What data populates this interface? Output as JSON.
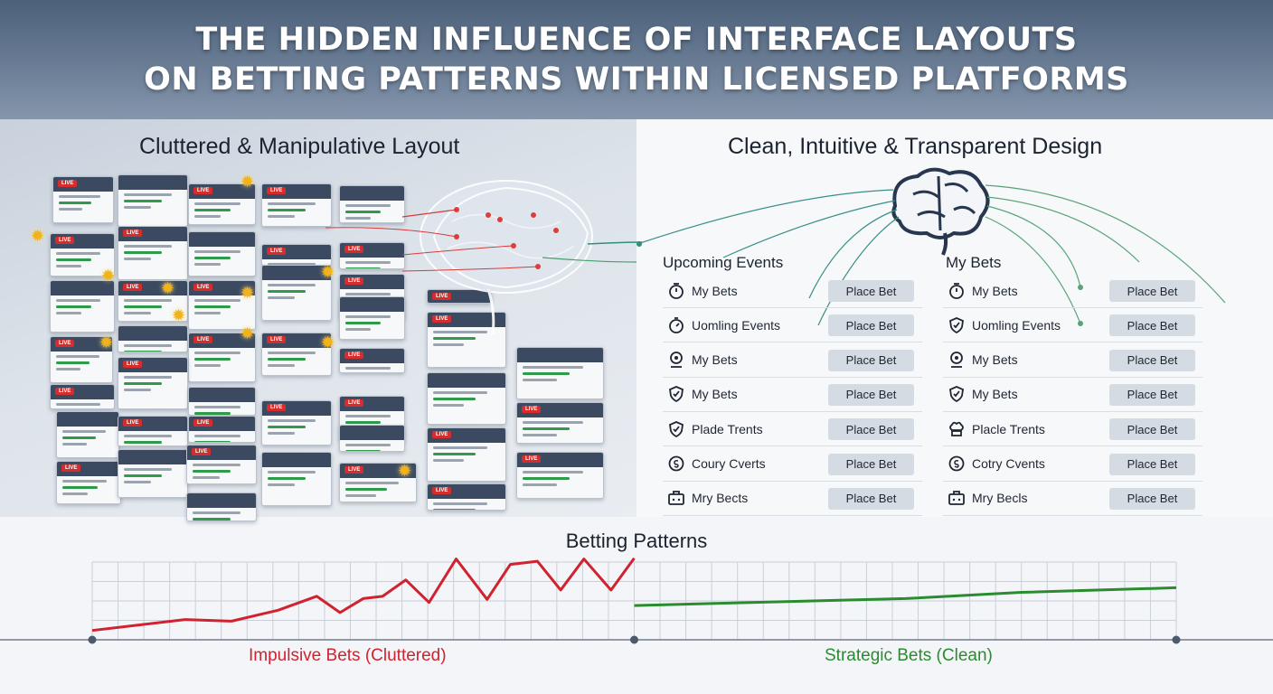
{
  "header": {
    "line1": "THE HIDDEN INFLUENCE OF INTERFACE LAYOUTS",
    "line2": "ON BETTING PATTERNS WITHIN LICENSED PLATFORMS"
  },
  "left_panel": {
    "title": "Cluttered & Manipulative Layout",
    "live_badge": "LIVE"
  },
  "right_panel": {
    "title": "Clean, Intuitive & Transparent Design",
    "columns": [
      {
        "heading": "Upcoming Events",
        "rows": [
          {
            "icon": "timer-icon",
            "label": "My Bets",
            "button": "Place Bet"
          },
          {
            "icon": "stopwatch-icon",
            "label": "Uomling Events",
            "button": "Place Bet"
          },
          {
            "icon": "user-pin-icon",
            "label": "My Bets",
            "button": "Place Bet"
          },
          {
            "icon": "shield-check-icon",
            "label": "My Bets",
            "button": "Place Bet"
          },
          {
            "icon": "shield-check-icon",
            "label": "Plade Trents",
            "button": "Place Bet"
          },
          {
            "icon": "coin-icon",
            "label": "Coury Cverts",
            "button": "Place Bet"
          },
          {
            "icon": "briefcase-icon",
            "label": "Mry Bects",
            "button": "Place Bet"
          }
        ]
      },
      {
        "heading": "My Bets",
        "rows": [
          {
            "icon": "timer-icon",
            "label": "My Bets",
            "button": "Place Bet"
          },
          {
            "icon": "shield-check-icon",
            "label": "Uomling Events",
            "button": "Place Bet"
          },
          {
            "icon": "user-pin-icon",
            "label": "My Bets",
            "button": "Place Bet"
          },
          {
            "icon": "shield-check-icon",
            "label": "My Bets",
            "button": "Place Bet"
          },
          {
            "icon": "chef-icon",
            "label": "Placle Trents",
            "button": "Place Bet"
          },
          {
            "icon": "coin-icon",
            "label": "Cotry Cvents",
            "button": "Place Bet"
          },
          {
            "icon": "briefcase-icon",
            "label": "Mry Becls",
            "button": "Place Bet"
          }
        ]
      }
    ]
  },
  "chart_data": {
    "type": "line",
    "title": "Betting Patterns",
    "xlabel": "",
    "ylabel": "",
    "grid": true,
    "ylim": [
      0,
      10
    ],
    "series": [
      {
        "name": "Impulsive Bets (Cluttered)",
        "color": "#d0222f",
        "x": [
          0,
          1.2,
          1.8,
          2.4,
          2.9,
          3.2,
          3.5,
          3.75,
          4.05,
          4.35,
          4.7,
          5.1,
          5.4,
          5.75,
          6.05,
          6.35,
          6.7,
          7.0
        ],
        "y": [
          1.2,
          2.6,
          2.4,
          3.8,
          5.6,
          3.5,
          5.3,
          5.6,
          7.7,
          4.8,
          10.4,
          5.2,
          9.7,
          10.1,
          6.4,
          10.4,
          6.4,
          10.5
        ]
      },
      {
        "name": "Strategic Bets (Clean)",
        "color": "#2a8b2f",
        "x": [
          7.0,
          8.5,
          10.5,
          12.0,
          14.0
        ],
        "y": [
          4.4,
          4.8,
          5.3,
          6.1,
          6.7
        ]
      }
    ]
  },
  "colors": {
    "impulsive": "#d0222f",
    "strategic": "#2a8b2f",
    "header_bg": "#5a6d86"
  }
}
